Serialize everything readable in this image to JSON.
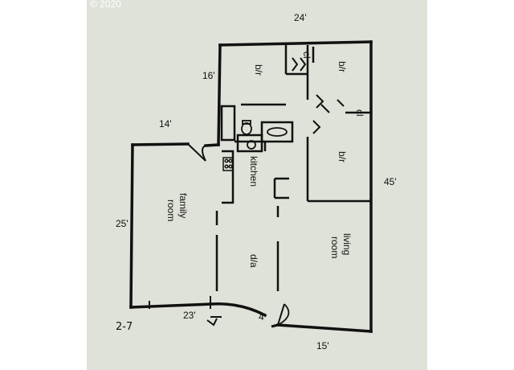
{
  "watermark": "© 2020",
  "dimensions": {
    "top_width": "24'",
    "left_upper": "16'",
    "left_step": "14'",
    "family_height": "25'",
    "bottom_family": "23'",
    "entry_width": "4'",
    "right_side": "45'",
    "bottom_right": "15'",
    "scribble": "2-7"
  },
  "rooms": {
    "bedroom_1": "b/r",
    "bedroom_2": "b/r",
    "bedroom_3": "b/r",
    "closet_1": "cl",
    "closet_2": "cl",
    "kitchen": "kitchen",
    "family_line1": "family",
    "family_line2": "room",
    "living_line1": "living",
    "living_line2": "room",
    "dining": "d/a"
  },
  "colors": {
    "paper": "#dfe2d9",
    "ink": "#111111"
  }
}
